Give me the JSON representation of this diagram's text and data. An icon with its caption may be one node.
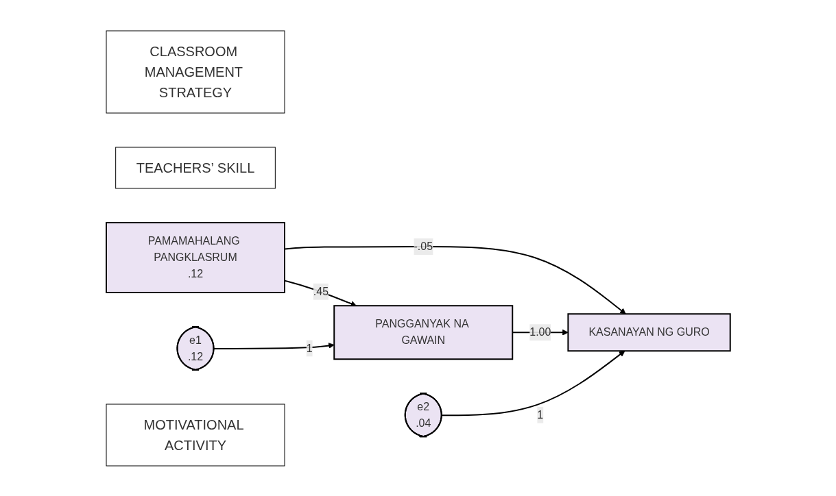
{
  "diagram": {
    "nodes": [
      {
        "text": [
          "CLASSROOM MANAGEMENT STRATEGY"
        ]
      },
      {
        "text": [
          "TEACHERS’ SKILL"
        ]
      },
      {
        "text": [
          "PAMAMAHALANG PANGKLASRUM",
          ".12"
        ]
      },
      {
        "text": [
          "KASANAYAN NG GURO"
        ]
      },
      {
        "text": [
          "e2",
          ".04"
        ]
      },
      {
        "text": [
          "PANGGANYAK NA GAWAIN"
        ]
      },
      {
        "text": [
          "e1",
          ".12"
        ]
      },
      {
        "text": [
          "MOTIVATIONAL ACTIVITY"
        ]
      }
    ],
    "edges": [
      {
        "from": 2,
        "to": 3,
        "arrow": "to",
        "label": "-.05"
      },
      {
        "from": 2,
        "to": 5,
        "arrow": "to",
        "label": ".45"
      },
      {
        "from": 5,
        "to": 3,
        "arrow": "to",
        "label": "1.00"
      },
      {
        "from": 4,
        "to": 3,
        "arrow": "to",
        "label": "1"
      },
      {
        "from": 6,
        "to": 5,
        "arrow": "to",
        "label": "1"
      }
    ]
  }
}
